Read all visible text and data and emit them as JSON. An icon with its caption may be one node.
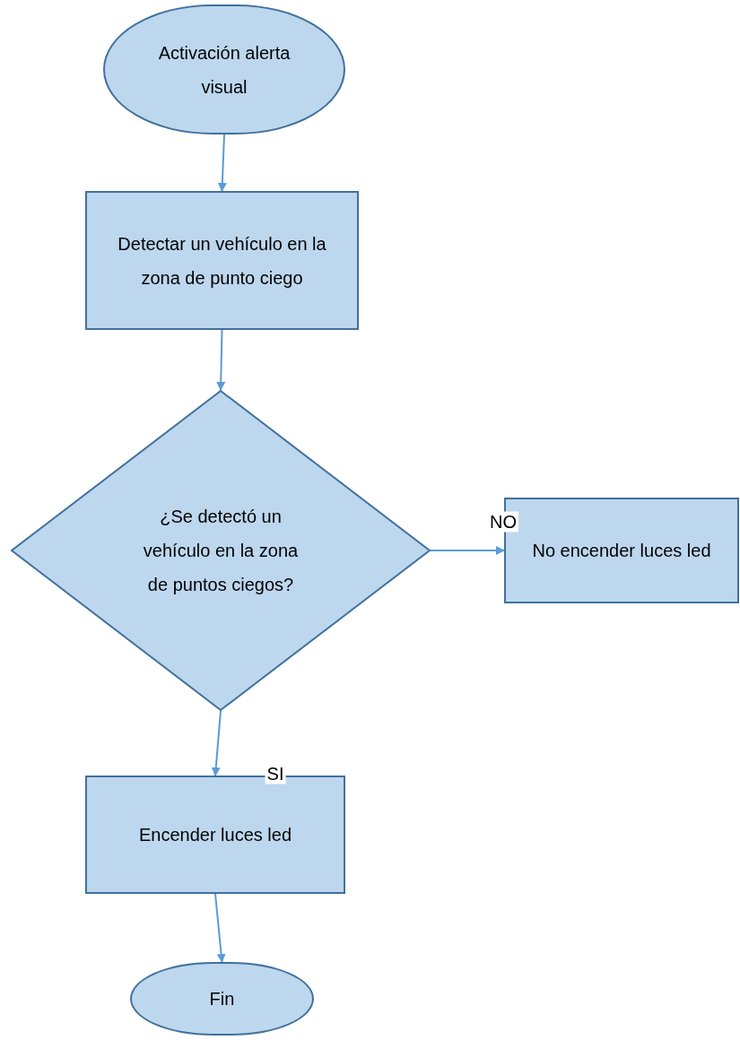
{
  "diagram": {
    "nodes": [
      {
        "text": [
          "Activación alerta visual"
        ]
      },
      {
        "text": [
          "Detectar un vehículo en la zona de punto ciego"
        ]
      },
      {
        "text": [
          "¿Se detectó un vehículo en la zona de puntos ciegos?"
        ]
      },
      {
        "text": [
          "No encender luces led"
        ]
      },
      {
        "text": [
          "Encender luces led"
        ]
      },
      {
        "text": [
          "Fin"
        ]
      }
    ],
    "edges": [
      {
        "from": 0,
        "to": 1,
        "arrow": "to"
      },
      {
        "from": 1,
        "to": 2,
        "arrow": "to"
      },
      {
        "from": 2,
        "to": 3,
        "arrow": "to",
        "label": "NO"
      },
      {
        "from": 2,
        "to": 4,
        "arrow": "to",
        "label": "SI"
      },
      {
        "from": 4,
        "to": 5,
        "arrow": "to"
      }
    ]
  }
}
